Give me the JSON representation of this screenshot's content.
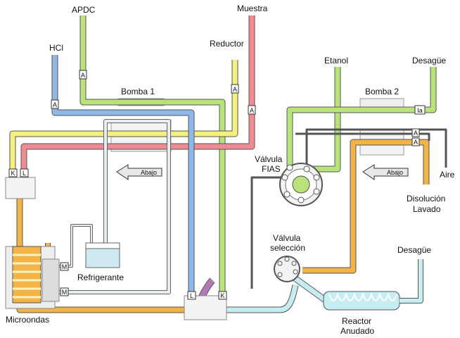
{
  "labels": {
    "apdc": "APDC",
    "muestra": "Muestra",
    "hcl": "HCl",
    "reductor": "Reductor",
    "bomba1": "Bomba 1",
    "etanol": "Etanol",
    "desague_top": "Desagüe",
    "bomba2": "Bomba 2",
    "valvula_fias_1": "Válvula",
    "valvula_fias_2": "FIAS",
    "abajo_1": "Abajo",
    "abajo_2": "Abajo",
    "aire": "Aire",
    "disolucion": "Disolución",
    "lavado": "Lavado",
    "refrigerante": "Refrigerante",
    "valvula_sel_1": "Válvula",
    "valvula_sel_2": "selección",
    "desague_bottom": "Desagüe",
    "microondas": "Microondas",
    "reactor": "Reactor",
    "anudado": "Anudado"
  },
  "tags": {
    "apdc_a": "A",
    "hcl_a": "A",
    "reductor_a": "A",
    "muestra_a": "A",
    "k_left": "K",
    "l_left": "L",
    "m_top": "M",
    "m_bottom": "M",
    "l_bottom": "L",
    "k_bottom": "K",
    "ia": "Ia",
    "a_p2_1": "A",
    "a_p2_2": "A"
  },
  "colors": {
    "green": "#b9e27a",
    "pink": "#f08b92",
    "blue": "#8fb8e6",
    "yellow": "#f4f07e",
    "orange": "#f2b447",
    "cyan": "#c6eef2",
    "lightblue": "#dfeef2",
    "purple": "#b07ab5",
    "dark": "#444444"
  }
}
